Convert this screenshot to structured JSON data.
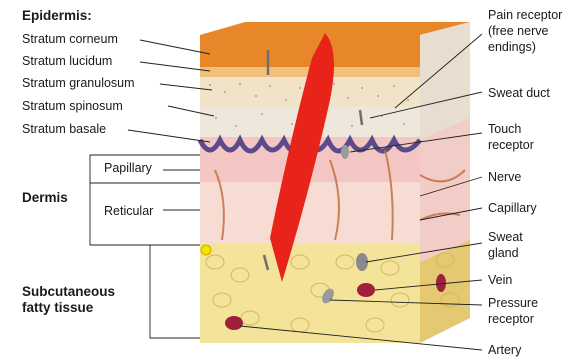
{
  "groups": {
    "epidermis": "Epidermis:",
    "dermis": "Dermis",
    "subcutaneous_line1": "Subcutaneous",
    "subcutaneous_line2": "fatty tissue"
  },
  "epidermis_layers": [
    "Stratum corneum",
    "Stratum lucidum",
    "Stratum granulosum",
    "Stratum spinosum",
    "Stratum basale"
  ],
  "dermis_layers": {
    "papillary": "Papillary",
    "reticular": "Reticular"
  },
  "structures": {
    "pain_receptor": [
      "Pain receptor",
      "(free nerve",
      "endings)"
    ],
    "sweat_duct": "Sweat duct",
    "touch_receptor": [
      "Touch",
      "receptor"
    ],
    "nerve": "Nerve",
    "capillary": "Capillary",
    "sweat_gland": [
      "Sweat",
      "gland"
    ],
    "vein": "Vein",
    "pressure_receptor": [
      "Pressure",
      "receptor"
    ],
    "artery": "Artery"
  },
  "colors": {
    "corneum": "#e8872a",
    "granulosum": "#f1e3c8",
    "basale": "#5b4b8a",
    "papillary": "#f3c6c4",
    "reticular": "#f7dcd4",
    "fat": "#f4e49a",
    "wound": "#e8241a",
    "vessel": "#a01f3c"
  }
}
